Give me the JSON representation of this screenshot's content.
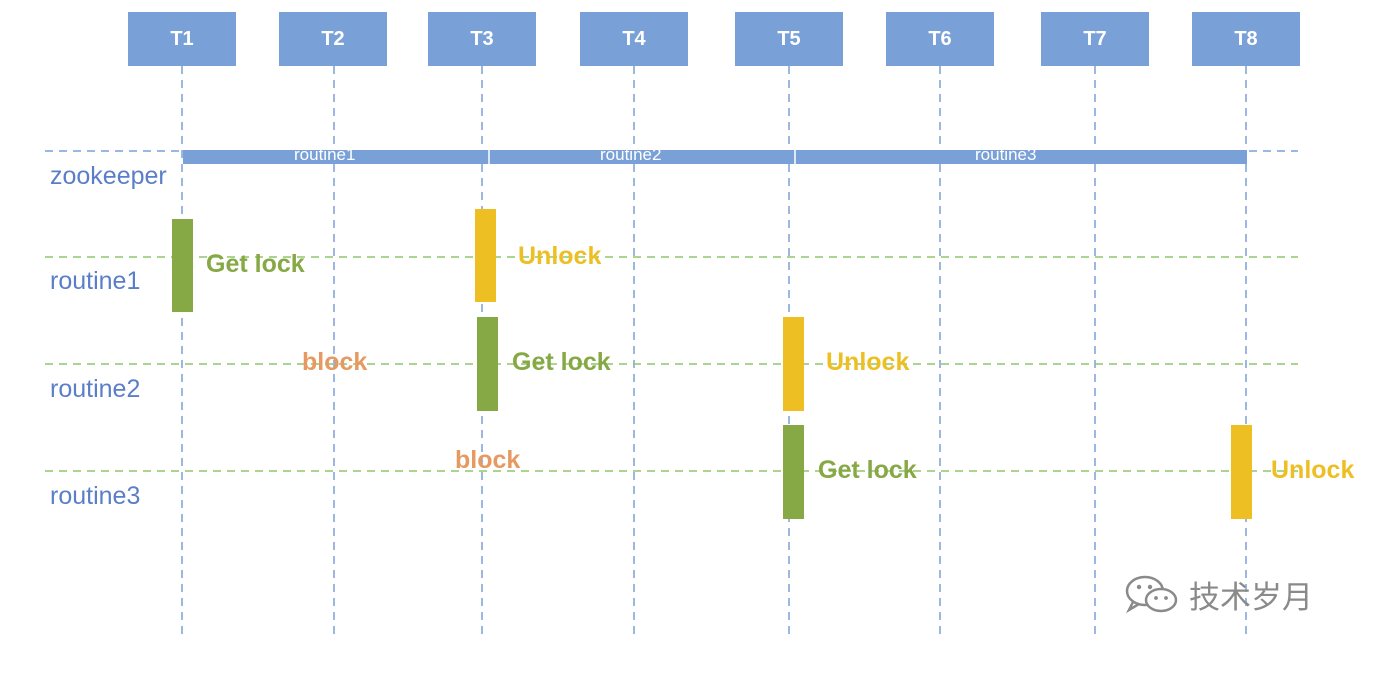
{
  "time_labels": [
    "T1",
    "T2",
    "T3",
    "T4",
    "T5",
    "T6",
    "T7",
    "T8"
  ],
  "rows": {
    "zookeeper": "zookeeper",
    "routine1": "routine1",
    "routine2": "routine2",
    "routine3": "routine3"
  },
  "zookeeper_segments": [
    "routine1",
    "routine2",
    "routine3"
  ],
  "events": {
    "get_lock": "Get lock",
    "unlock": "Unlock",
    "block": "block"
  },
  "watermark": "技术岁月",
  "colors": {
    "time_box": "#7aa1d7",
    "label_blue": "#5b7ec9",
    "get_lock_green": "#86a845",
    "unlock_yellow": "#eebf22",
    "block_orange": "#e69a62",
    "lane_green_dash": "#8dc56a",
    "timeline_blue_dash": "#7aa1d7"
  }
}
